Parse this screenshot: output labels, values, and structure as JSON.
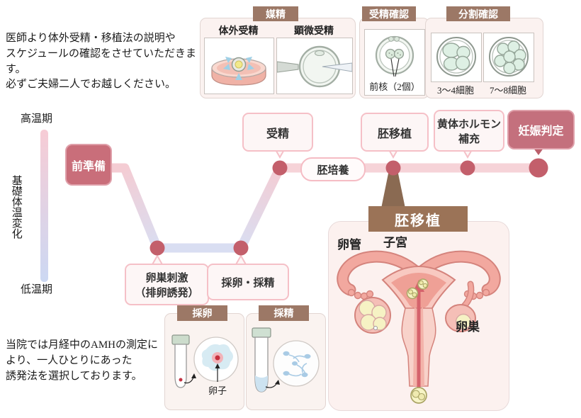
{
  "intro": {
    "lines": [
      "医師より体外受精・移植法の説明や",
      "スケジュールの確認をさせていただきます。",
      "必ずご夫婦二人でお越しください。"
    ]
  },
  "note": {
    "lines": [
      "当院では月経中のAMHの測定に",
      "より、一人ひとりにあった",
      "誘発法を選択しております。"
    ]
  },
  "axis": {
    "high": "高温期",
    "low": "低温期",
    "label": "基礎体温変化"
  },
  "flow": {
    "pre": "前準備",
    "stim_line1": "卵巣刺激",
    "stim_line2": "（排卵誘発）",
    "collect": "採卵・採精",
    "fert": "受精",
    "culture": "胚培養",
    "transfer": "胚移植",
    "hormone_line1": "黄体ホルモン",
    "hormone_line2": "補充",
    "test": "妊娠判定"
  },
  "panels": {
    "insemination": {
      "title": "媒精",
      "ivf": "体外受精",
      "icsi": "顕微受精"
    },
    "fert_check": {
      "title": "受精確認",
      "caption": "前核（2個）"
    },
    "division_check": {
      "title": "分割確認",
      "left": "3〜4細胞",
      "right": "7〜8細胞"
    },
    "egg_collection": {
      "title": "採卵",
      "caption": "卵子"
    },
    "sperm_collection": {
      "title": "採精"
    },
    "embryo_transfer": {
      "title": "胚移植",
      "label_tube": "卵管",
      "label_uterus": "子宮",
      "label_ovary": "卵巣"
    }
  },
  "colors": {
    "accent_rose": "#c96e7a",
    "dot": "#c35f6b",
    "line_pink": "#f6d3d8",
    "line_lavender": "#d9def2",
    "brown_header": "#9c7866",
    "label_border": "#f5c0c7",
    "label_bg": "#fdf6f6",
    "box_bg": "#fbf2f0"
  }
}
